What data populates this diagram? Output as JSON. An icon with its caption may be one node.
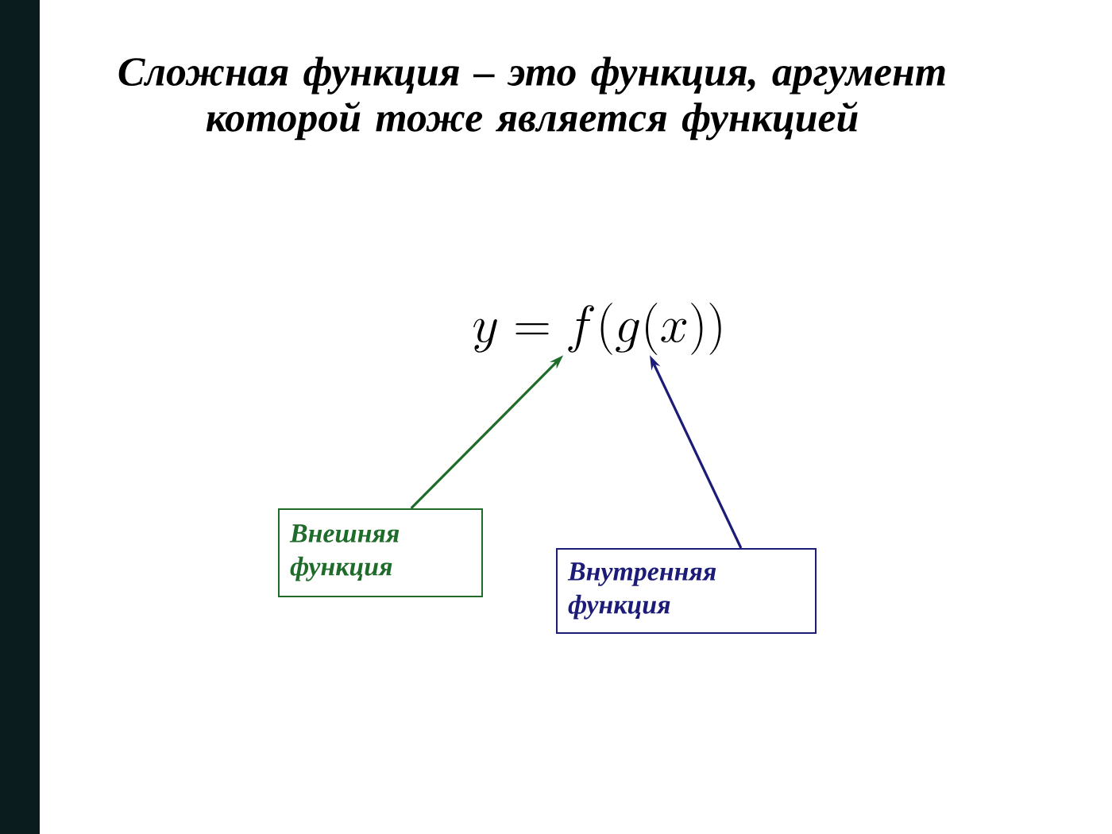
{
  "diagram": {
    "title": "Сложная функция – это функция, аргумент которой тоже является функцией",
    "nodes": [
      {
        "text": [
          "y = f\\biggl(g\\biggl(x\\biggr)\\biggr)"
        ]
      },
      {
        "text": [
          "Внешняя функция"
        ]
      },
      {
        "text": [
          "Внутренняя функция"
        ]
      }
    ],
    "edges": [
      {
        "from": 1,
        "to": 0,
        "arrow": "to",
        "color": "#1e6b2a"
      },
      {
        "from": 2,
        "to": 0,
        "arrow": "to",
        "color": "#1c1c78"
      }
    ]
  }
}
